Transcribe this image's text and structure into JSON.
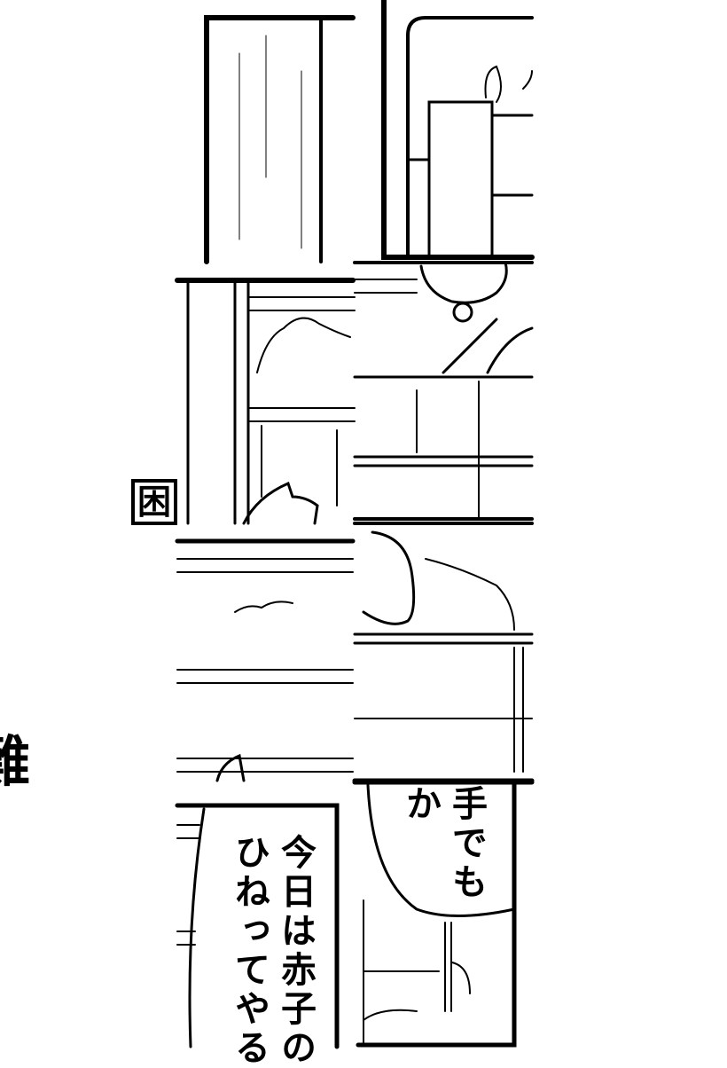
{
  "side_title": {
    "char1": "困",
    "char2": "難"
  },
  "caption_box": {
    "line1": "今日は赤子の",
    "line2": "ひねってやる"
  },
  "speech_bubble": {
    "line1": "手でも",
    "line2": "か"
  },
  "colors": {
    "ink": "#000000",
    "paper": "#ffffff"
  }
}
